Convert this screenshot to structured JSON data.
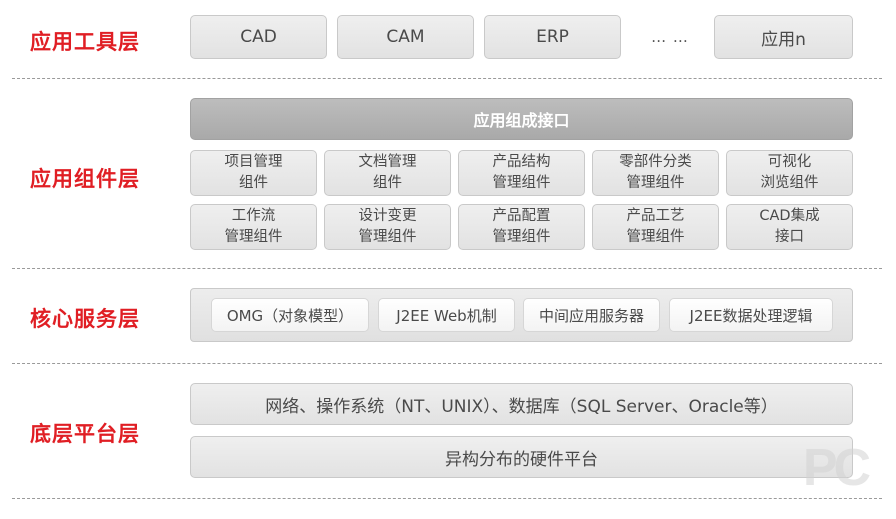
{
  "layers": {
    "tools": {
      "label": "应用工具层",
      "items": [
        "CAD",
        "CAM",
        "ERP",
        "应用n"
      ],
      "ellipsis": "… …"
    },
    "components": {
      "label": "应用组件层",
      "interface": "应用组成接口",
      "row1": [
        {
          "line1": "项目管理",
          "line2": "组件"
        },
        {
          "line1": "文档管理",
          "line2": "组件"
        },
        {
          "line1": "产品结构",
          "line2": "管理组件"
        },
        {
          "line1": "零部件分类",
          "line2": "管理组件"
        },
        {
          "line1": "可视化",
          "line2": "浏览组件"
        }
      ],
      "row2": [
        {
          "line1": "工作流",
          "line2": "管理组件"
        },
        {
          "line1": "设计变更",
          "line2": "管理组件"
        },
        {
          "line1": "产品配置",
          "line2": "管理组件"
        },
        {
          "line1": "产品工艺",
          "line2": "管理组件"
        },
        {
          "line1": "CAD集成",
          "line2": "接口"
        }
      ]
    },
    "core": {
      "label": "核心服务层",
      "items": [
        "OMG（对象模型）",
        "J2EE Web机制",
        "中间应用服务器",
        "J2EE数据处理逻辑"
      ]
    },
    "platform": {
      "label": "底层平台层",
      "items": [
        "网络、操作系统（NT、UNIX）、数据库（SQL Server、Oracle等）",
        "异构分布的硬件平台"
      ]
    }
  },
  "watermark": "PC"
}
